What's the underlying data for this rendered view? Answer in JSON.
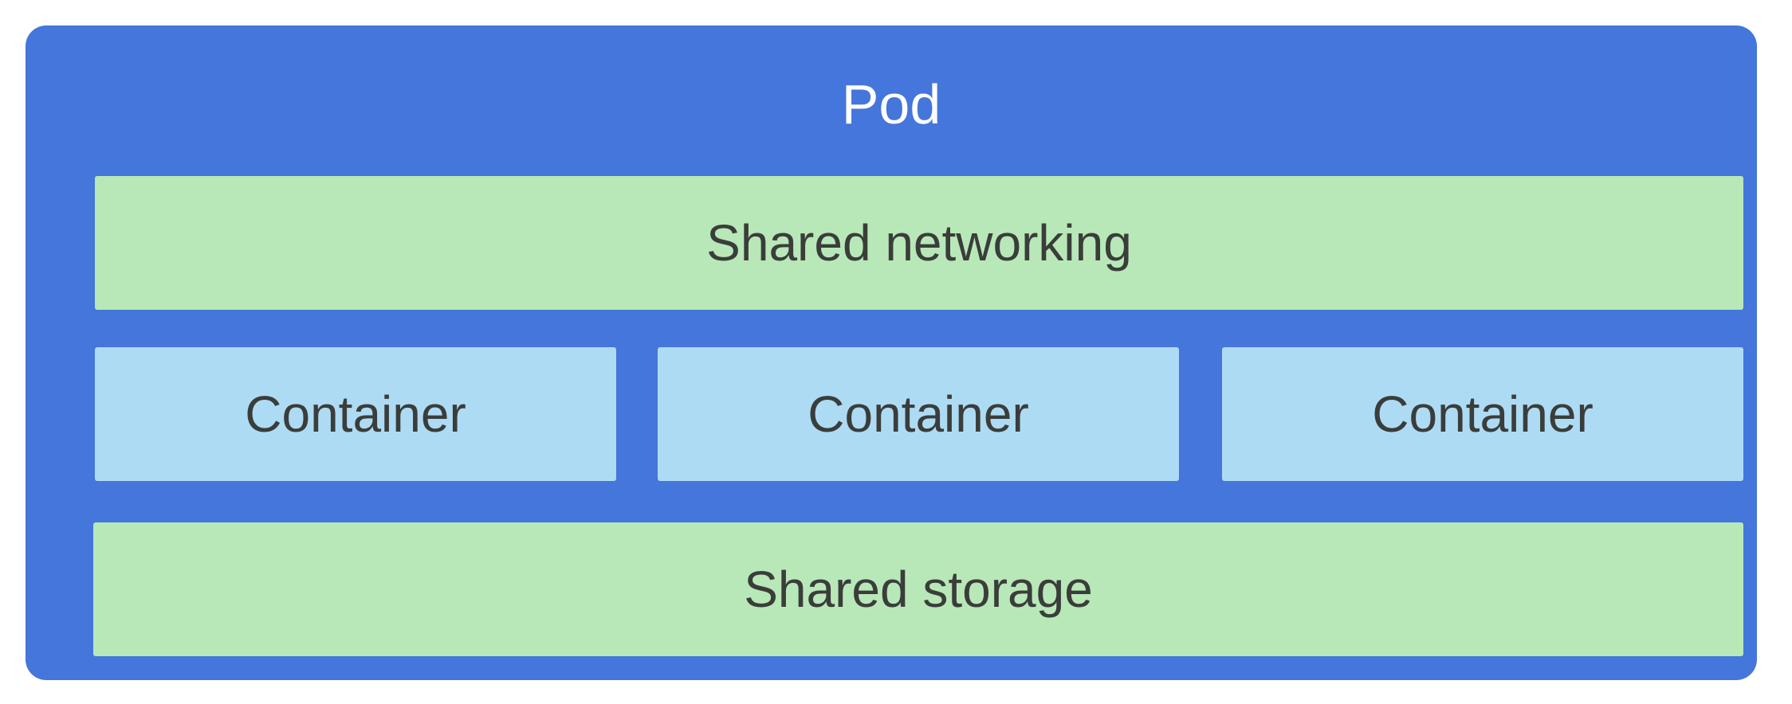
{
  "pod": {
    "title": "Pod",
    "color": "#4476db"
  },
  "layers": {
    "networking": {
      "label": "Shared networking",
      "color": "#b8e8b8"
    },
    "containers": [
      {
        "label": "Container",
        "color": "#aedbf4"
      },
      {
        "label": "Container",
        "color": "#aedbf4"
      },
      {
        "label": "Container",
        "color": "#aedbf4"
      }
    ],
    "storage": {
      "label": "Shared storage",
      "color": "#b8e8b8"
    }
  }
}
